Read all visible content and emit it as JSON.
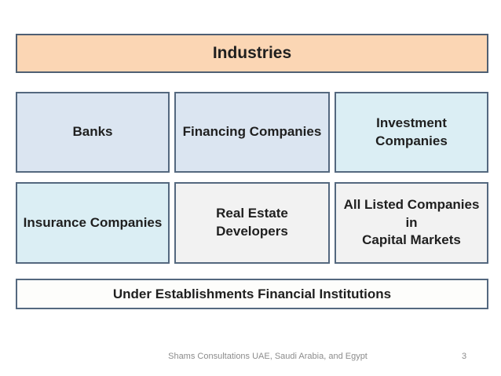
{
  "slide": {
    "header": {
      "label": "Industries",
      "fill": "#FBD6B4"
    },
    "industry_boxes": [
      {
        "label": "Banks",
        "fill": "#DBE5F1"
      },
      {
        "label": "Financing Companies",
        "fill": "#DBE5F1"
      },
      {
        "label": "Investment\nCompanies",
        "fill": "#DBEEF4"
      },
      {
        "label": "Insurance Companies",
        "fill": "#DBEEF4"
      },
      {
        "label": "Real Estate Developers",
        "fill": "#F2F2F2"
      },
      {
        "label": "All Listed Companies in\nCapital Markets",
        "fill": "#F2F2F2"
      }
    ],
    "banner": {
      "label": "Under Establishments Financial Institutions",
      "fill": "#FDFDFB"
    },
    "footer": {
      "text": "Shams Consultations UAE, Saudi Arabia, and Egypt",
      "page_number": "3"
    },
    "colors": {
      "box_border": "#54687F",
      "header_border": "#4E5F73",
      "text": "#1F1F1F",
      "footer_text": "#8C8C8C",
      "background": "#FFFFFF"
    }
  }
}
